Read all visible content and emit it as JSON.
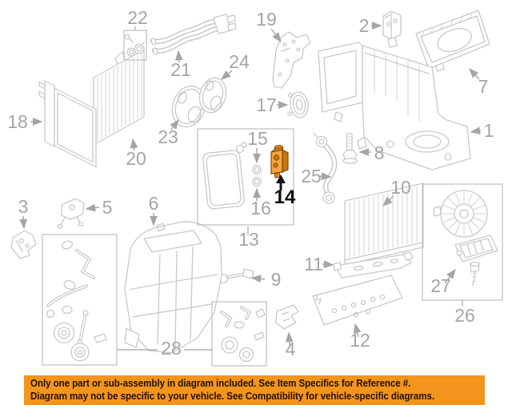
{
  "callouts": {
    "c1": "1",
    "c2": "2",
    "c3": "3",
    "c4": "4",
    "c5": "5",
    "c6": "6",
    "c7": "7",
    "c8": "8",
    "c9": "9",
    "c10": "10",
    "c11": "11",
    "c12": "12",
    "c13": "13",
    "c14": "14",
    "c15": "15",
    "c16": "16",
    "c17": "17",
    "c18": "18",
    "c19": "19",
    "c20": "20",
    "c21": "21",
    "c22": "22",
    "c23": "23",
    "c24": "24",
    "c25": "25",
    "c26": "26",
    "c27": "27",
    "c28": "28"
  },
  "highlight": {
    "label": "14",
    "body_color": "#f5a33b",
    "side_color": "#c97512",
    "top_color": "#e8891b",
    "outline_color": "#7a4a08",
    "arrow_color": "#151515"
  },
  "artwork": {
    "line_color": "#c9c9c9",
    "label_color": "#a5a5a5",
    "box_color": "#bfbfbf"
  },
  "banner": {
    "line1": "Only one part or sub-assembly in diagram included. See Item Specifics for Reference #.",
    "line2": "Diagram may not be specific to your vehicle. See Compatibility for vehicle-specific diagrams.",
    "bg": "#f3941c",
    "text_color": "#231303"
  }
}
